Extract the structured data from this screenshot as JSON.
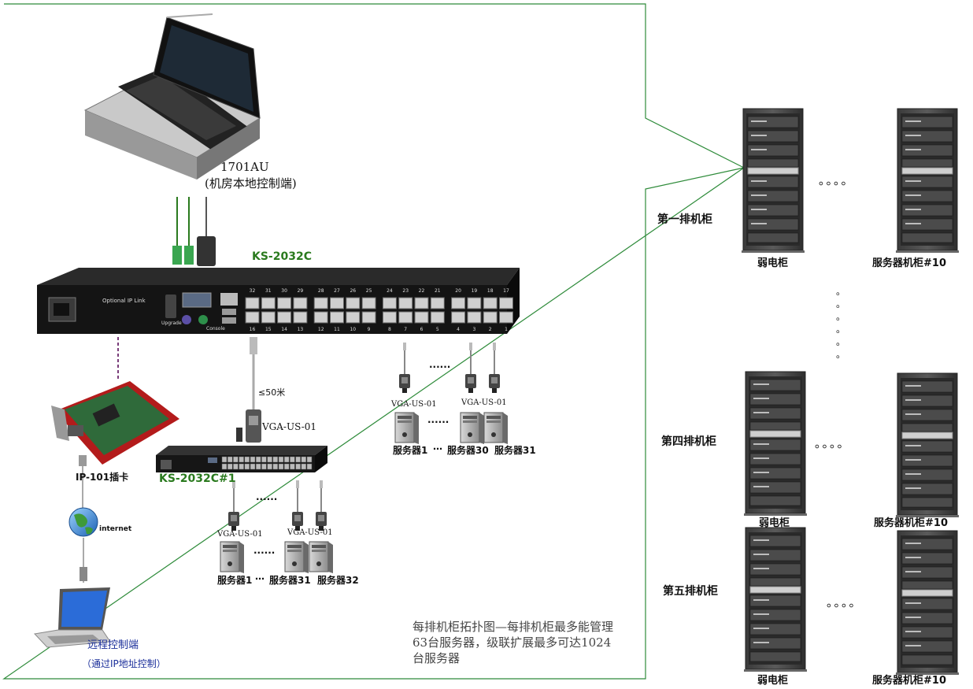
{
  "local_console": {
    "model": "1701AU",
    "desc": "(机房本地控制端)"
  },
  "main_switch": {
    "model": "KS-2032C",
    "optional_ip": "Optional IP Link",
    "upgrade": "Upgrade",
    "console": "Console",
    "top_ports": [
      "32",
      "31",
      "30",
      "29",
      "28",
      "27",
      "26",
      "25",
      "24",
      "23",
      "22",
      "21",
      "20",
      "19",
      "18",
      "17"
    ],
    "bottom_ports": [
      "16",
      "15",
      "14",
      "13",
      "12",
      "11",
      "10",
      "9",
      "8",
      "7",
      "6",
      "5",
      "4",
      "3",
      "2",
      "1"
    ]
  },
  "cascade_switch": {
    "model": "KS-2032C#1"
  },
  "ip_card": {
    "label": "IP-101插卡"
  },
  "internet": {
    "label": "internet"
  },
  "remote": {
    "label": "远程控制端",
    "sublabel": "（通过IP地址控制）"
  },
  "cable": {
    "distance": "≤50米",
    "module": "VGA-US-01"
  },
  "group_a": {
    "module": "VGA-US-01",
    "module2": "VGA-US-01",
    "dots": "......",
    "dots_servers": "......",
    "server1": "服务器1",
    "ellipsis": "⋯",
    "server30": "服务器30",
    "server31": "服务器31"
  },
  "group_b": {
    "module": "VGA-US-01",
    "module2": "VGA-US-01",
    "dots": "......",
    "dots_servers": "......",
    "server1": "服务器1",
    "ellipsis": "⋯",
    "server31": "服务器31",
    "server32": "服务器32"
  },
  "caption": {
    "line1": "每排机柜拓扑图—每排机柜最多能管理",
    "line2": "63台服务器，级联扩展最多可达1024",
    "line3": "台服务器"
  },
  "rows": {
    "row1": {
      "label": "第一排机柜",
      "weak": "弱电柜",
      "server": "服务器机柜#10",
      "dots": "。。。。"
    },
    "row4": {
      "label": "第四排机柜",
      "weak": "弱电柜",
      "server": "服务器机柜#10",
      "dots": "。。。。"
    },
    "row5": {
      "label": "第五排机柜",
      "weak": "弱电柜",
      "server": "服务器机柜#10",
      "dots": "。。。。"
    },
    "vdots": [
      "。",
      "。",
      "。",
      "。",
      "。",
      "。"
    ]
  },
  "colors": {
    "frame": "#2e8b3a",
    "model_green": "#2a7a1e",
    "remote_blue": "#1a2e9a"
  }
}
